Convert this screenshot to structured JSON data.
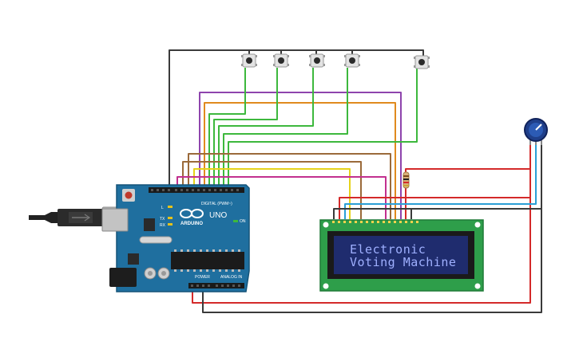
{
  "lcd": {
    "line1": "Electronic",
    "line2": "Voting Machine"
  },
  "board": {
    "brand": "ARDUINO",
    "model": "UNO",
    "digital_label": "DIGITAL (PWM~)",
    "power_label": "POWER",
    "analog_label": "ANALOG IN",
    "on_label": "ON",
    "tx_label": "TX",
    "rx_label": "RX",
    "l_label": "L"
  },
  "buttons": [
    {
      "name": "button-1"
    },
    {
      "name": "button-2"
    },
    {
      "name": "button-3"
    },
    {
      "name": "button-4"
    },
    {
      "name": "button-5"
    }
  ],
  "colors": {
    "wire_black": "#3a3a3a",
    "wire_purple": "#8e44ad",
    "wire_orange": "#e08a1e",
    "wire_green": "#3db83d",
    "wire_brown": "#9b6a3a",
    "wire_yellow": "#e6d21a",
    "wire_magenta": "#c2308f",
    "wire_red": "#d42a2a",
    "wire_blue": "#2a9fd6",
    "board_blue": "#1f6f9f",
    "lcd_pcb": "#2e9e4a",
    "lcd_screen": "#1f2c6e"
  }
}
